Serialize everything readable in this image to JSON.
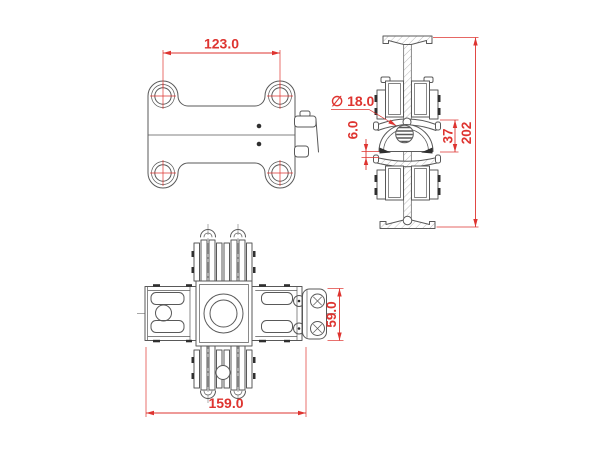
{
  "dimensions": {
    "plate_hole_spacing": "123.0",
    "hole_diameter": "∅ 18.0",
    "gap": "6.0",
    "saddle_height": "37",
    "overall_height": "202",
    "body_length": "159.0",
    "body_width": "59.0"
  },
  "colors": {
    "dimension": "#de3430",
    "line": "#595959",
    "hatch": "#9e9e9e",
    "dark": "#2f2f2f",
    "background": "#ffffff"
  }
}
